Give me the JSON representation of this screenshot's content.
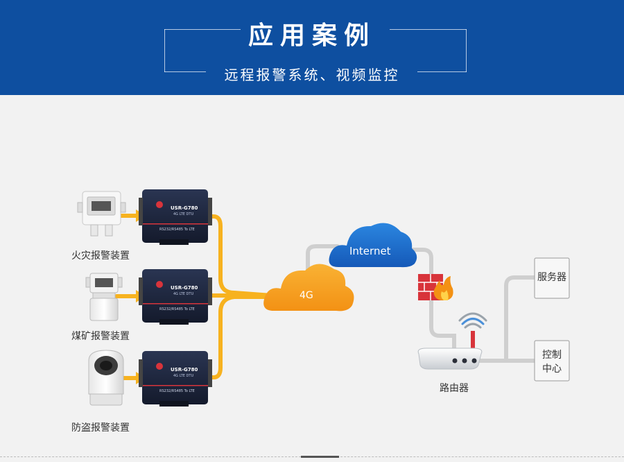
{
  "header": {
    "title": "应用案例",
    "subtitle": "远程报警系统、视频监控"
  },
  "devices": [
    {
      "label": "火灾报警装置"
    },
    {
      "label": "煤矿报警装置"
    },
    {
      "label": "防盗报警装置"
    }
  ],
  "dtu": {
    "model": "USR-G780",
    "subtitle": "4G LTE DTU",
    "port_label": "RS232/RS485 To LTE"
  },
  "network": {
    "cloud_4g": "4G",
    "cloud_internet": "Internet",
    "router_label": "路由器",
    "server_label": "服务器",
    "control_label_1": "控制",
    "control_label_2": "中心"
  },
  "colors": {
    "header_bg": "#0e4fa0",
    "cable_orange": "#f7b21f",
    "cable_gray": "#cfcfcf",
    "cloud_orange": "#f7a21a",
    "cloud_blue": "#1f74cf",
    "firewall_red": "#d8343b"
  },
  "icons": [
    "fire-alarm-device",
    "mine-alarm-device",
    "security-camera",
    "dtu-modem",
    "firewall-icon",
    "wifi-icon",
    "router-icon"
  ]
}
